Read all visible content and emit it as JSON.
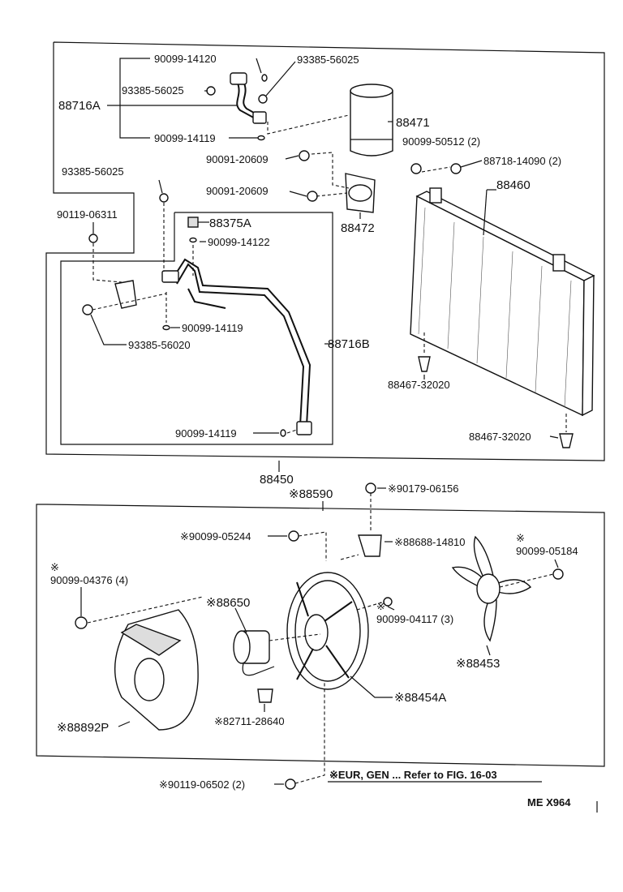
{
  "labels": {
    "p90099_14120": "90099-14120",
    "p93385_56025_a": "93385-56025",
    "p93385_56025_b": "93385-56025",
    "p88716A": "88716A",
    "p90099_14119_a": "90099-14119",
    "p88471": "88471",
    "p90091_20609_a": "90091-20609",
    "p90099_50512": "90099-50512 (2)",
    "p88718_14090": "88718-14090 (2)",
    "p93385_56025_c": "93385-56025",
    "p90091_20609_b": "90091-20609",
    "p88460": "88460",
    "p90119_06311": "90119-06311",
    "p88375A": "88375A",
    "p88472": "88472",
    "p90099_14122": "90099-14122",
    "p90099_14119_b": "90099-14119",
    "p93385_56020": "93385-56020",
    "p88716B": "88716B",
    "p88467_32020_a": "88467-32020",
    "p90099_14119_c": "90099-14119",
    "p88467_32020_b": "88467-32020",
    "p88450": "88450",
    "p88590": "※88590",
    "p90179_06156": "※90179-06156",
    "p90099_05244": "※90099-05244",
    "p88688_14810": "※88688-14810",
    "p90099_05184_mark": "※",
    "p90099_05184": "90099-05184",
    "p90099_04376_mark": "※",
    "p90099_04376": "90099-04376 (4)",
    "p88650": "※88650",
    "p90099_04117": "90099-04117 (3)",
    "p90099_04117_mark": "※",
    "p88453": "※88453",
    "p88454A": "※88454A",
    "p88892P": "※88892P",
    "p82711_28640": "※82711-28640",
    "p90119_06502": "※90119-06502 (2)",
    "note": "※EUR, GEN ... Refer to FIG. 16-03",
    "code": "ME X964"
  }
}
